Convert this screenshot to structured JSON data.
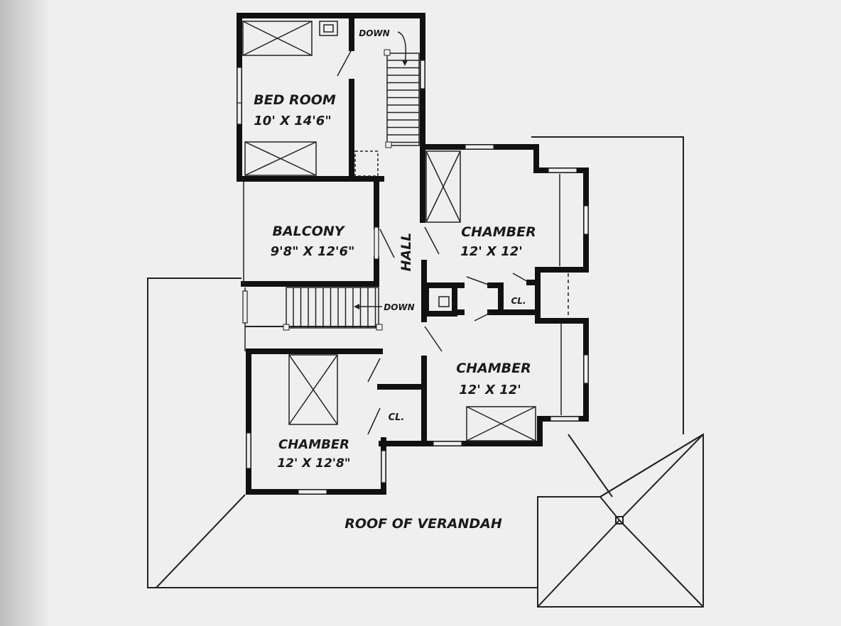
{
  "rooms": {
    "bedroom": {
      "name": "BED ROOM",
      "size": "10' X 14'6\""
    },
    "balcony": {
      "name": "BALCONY",
      "size": "9'8\" X 12'6\""
    },
    "chamber_upper_right": {
      "name": "CHAMBER",
      "size": "12' X 12'"
    },
    "chamber_lower_right": {
      "name": "CHAMBER",
      "size": "12' X 12'"
    },
    "chamber_lower_left": {
      "name": "CHAMBER",
      "size": "12' X 12'8\""
    },
    "hall": {
      "name": "HALL"
    },
    "closet_right": {
      "name": "CL."
    },
    "closet_left": {
      "name": "CL."
    }
  },
  "stairs": {
    "upper_label": "DOWN",
    "lower_label": "DOWN"
  },
  "roof": {
    "label": "ROOF OF VERANDAH"
  }
}
